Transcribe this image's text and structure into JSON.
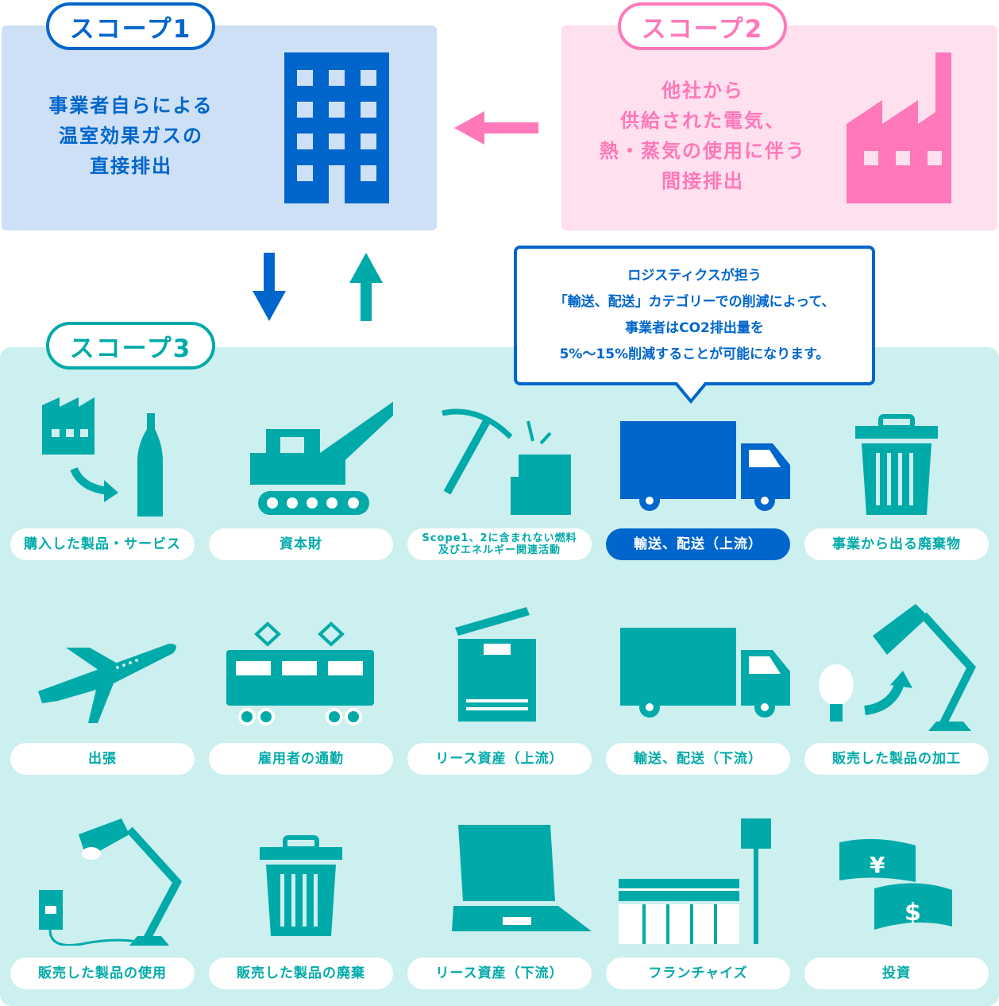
{
  "scope1": {
    "title": "スコープ1",
    "description": "事業者自らによる\n温室効果ガスの\n直接排出",
    "icon": "office-building-icon",
    "color": "#0066cc"
  },
  "scope2": {
    "title": "スコープ2",
    "description": "他社から\n供給された電気、\n熱・蒸気の使用に伴う\n間接排出",
    "icon": "factory-icon",
    "color": "#ff78b9"
  },
  "scope3": {
    "title": "スコープ3",
    "color": "#00aaa9",
    "callout": "ロジスティクスが担う\n「輸送、配送」カテゴリーでの削減によって、\n事業者はCO2排出量を\n5%〜15%削減することが可能になります。",
    "categories": [
      {
        "label": "購入した製品・サービス",
        "icon": "factory-bottle-icon"
      },
      {
        "label": "資本財",
        "icon": "crane-icon"
      },
      {
        "label": "Scope1、2に含まれない燃料\n及びエネルギー関連活動",
        "icon": "pickaxe-icon"
      },
      {
        "label": "輸送、配送（上流）",
        "icon": "truck-icon",
        "highlighted": true
      },
      {
        "label": "事業から出る廃棄物",
        "icon": "trash-can-icon"
      },
      {
        "label": "出張",
        "icon": "airplane-icon"
      },
      {
        "label": "雇用者の通勤",
        "icon": "train-icon"
      },
      {
        "label": "リース資産（上流）",
        "icon": "copier-icon"
      },
      {
        "label": "輸送、配送（下流）",
        "icon": "truck-icon"
      },
      {
        "label": "販売した製品の加工",
        "icon": "lamp-bulb-icon"
      },
      {
        "label": "販売した製品の使用",
        "icon": "lamp-plug-icon"
      },
      {
        "label": "販売した製品の廃棄",
        "icon": "trash-can-icon"
      },
      {
        "label": "リース資産（下流）",
        "icon": "laptop-icon"
      },
      {
        "label": "フランチャイズ",
        "icon": "storefront-icon"
      },
      {
        "label": "投資",
        "icon": "money-icon"
      }
    ]
  }
}
